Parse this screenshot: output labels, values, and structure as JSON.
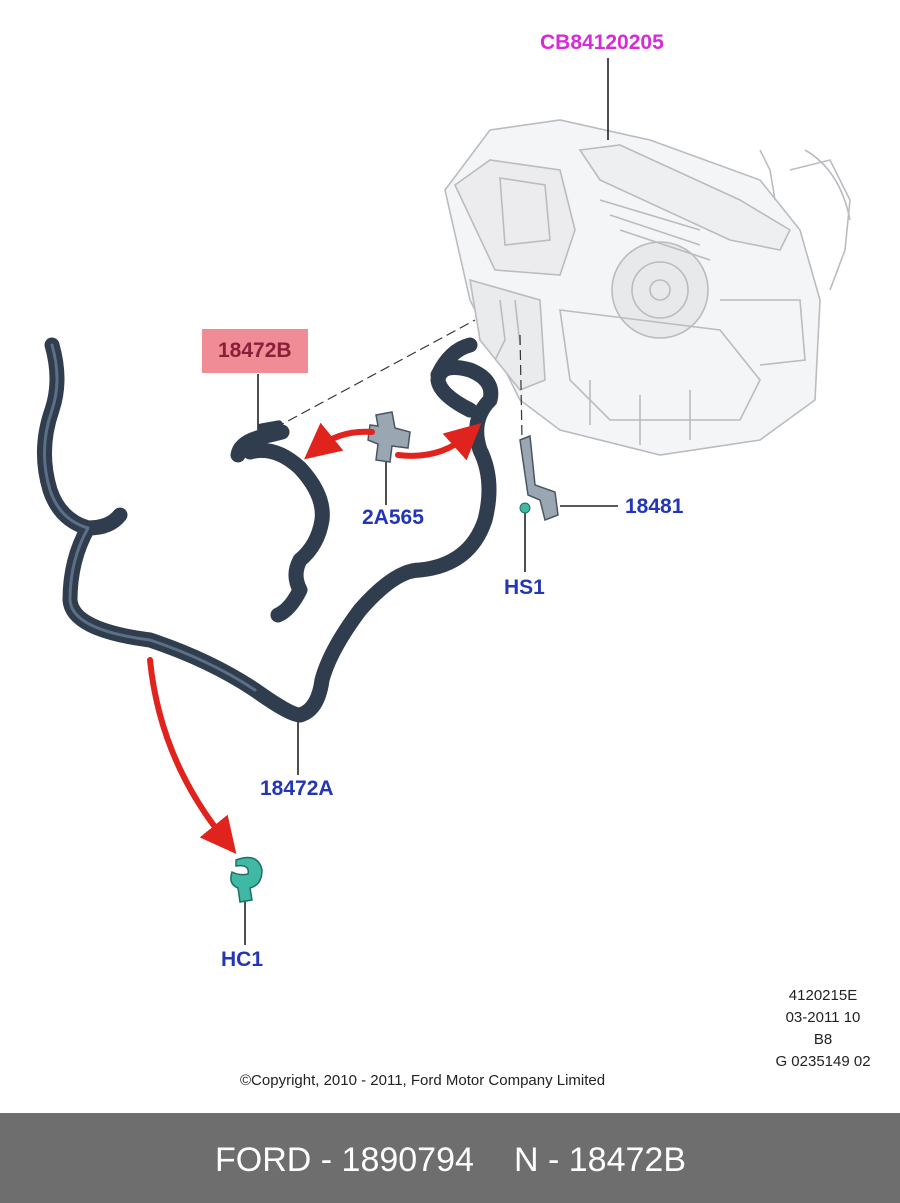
{
  "callouts": {
    "assembly": "CB84120205",
    "hose_b": "18472B",
    "bracket_clip": "2A565",
    "bracket": "18481",
    "screw": "HS1",
    "hose_a": "18472A",
    "clip": "HC1"
  },
  "meta_lines": [
    "4120215E",
    "03-2011 10",
    "B8",
    "G 0235149 02"
  ],
  "copyright": "©Copyright, 2010 - 2011, Ford Motor Company Limited",
  "footer": {
    "left": "FORD - 1890794",
    "right": "N - 18472B"
  },
  "colors": {
    "hose": "#2f3d4e",
    "arrow": "#e0231d",
    "callout_blue": "#2336b5",
    "callout_magenta": "#d62bd6",
    "highlight_bg": "#f08c95",
    "clip": "#3fb8a4",
    "footer_bg": "#6e6e6e"
  }
}
